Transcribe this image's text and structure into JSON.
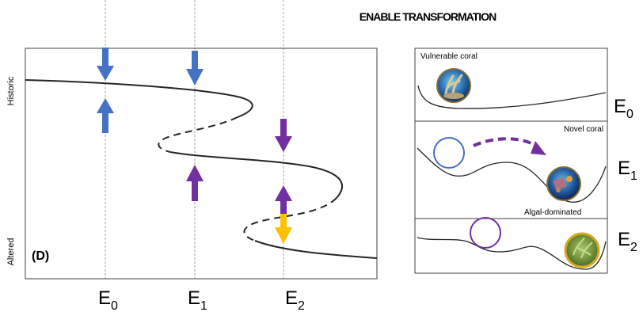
{
  "title": "ENABLE TRANSFORMATION",
  "left_panel": {
    "y_axis_top": "Historic",
    "y_axis_bottom": "Altered",
    "panel_label": "(D)",
    "x_ticks": [
      {
        "base": "E",
        "sub": "0"
      },
      {
        "base": "E",
        "sub": "1"
      },
      {
        "base": "E",
        "sub": "2"
      }
    ]
  },
  "right_panel": {
    "panels": [
      {
        "label": "Vulnerable coral",
        "e_base": "E",
        "e_sub": "0"
      },
      {
        "label": "Novel coral",
        "e_base": "E",
        "e_sub": "1"
      },
      {
        "label": "Algal-dominated",
        "e_base": "E",
        "e_sub": "2"
      }
    ]
  },
  "colors": {
    "blue_arrow": "#4472c4",
    "purple_arrow": "#7030a0",
    "yellow_arrow": "#ffc000",
    "curve": "#262626",
    "guide_line": "#a6a6a6",
    "frame": "#404040"
  }
}
